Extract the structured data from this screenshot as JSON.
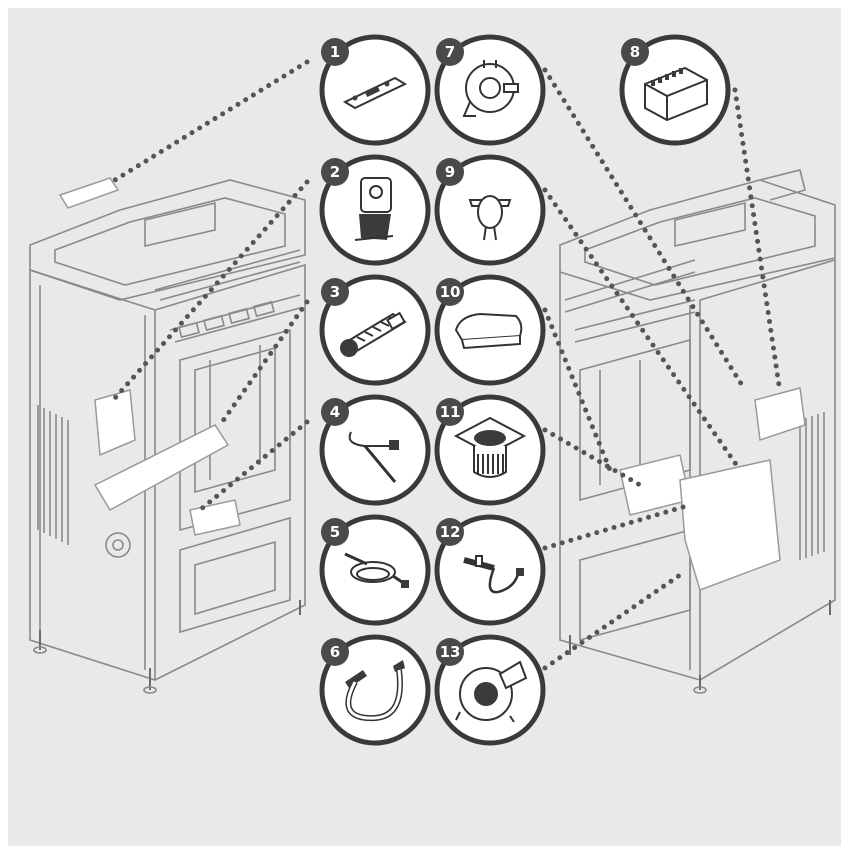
{
  "diagram": {
    "background_color": "#e9e9e9",
    "callout_ring_color": "#3a3a3a",
    "badge_color": "#4a4a4a",
    "leader_color": "#555555",
    "callouts": [
      {
        "number": "1",
        "icon": "control-panel-icon"
      },
      {
        "number": "2",
        "icon": "auger-motor-icon"
      },
      {
        "number": "3",
        "icon": "convection-fan-icon"
      },
      {
        "number": "4",
        "icon": "temperature-probe-icon"
      },
      {
        "number": "5",
        "icon": "sensor-cable-icon"
      },
      {
        "number": "6",
        "icon": "ribbon-cable-icon"
      },
      {
        "number": "7",
        "icon": "pressure-switch-icon"
      },
      {
        "number": "8",
        "icon": "control-board-icon"
      },
      {
        "number": "9",
        "icon": "thermostat-icon"
      },
      {
        "number": "10",
        "icon": "cover-plate-icon"
      },
      {
        "number": "11",
        "icon": "burn-pot-icon"
      },
      {
        "number": "12",
        "icon": "igniter-icon"
      },
      {
        "number": "13",
        "icon": "exhaust-fan-icon"
      }
    ]
  }
}
